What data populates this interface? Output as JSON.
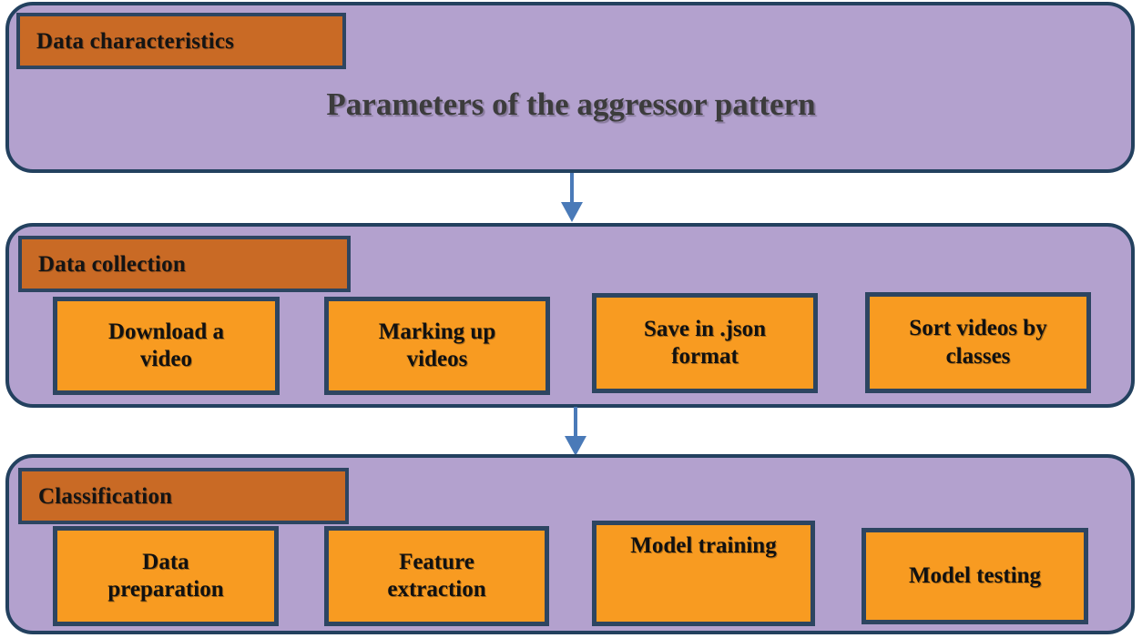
{
  "diagram": {
    "title": "Parameters of the aggressor pattern",
    "colors": {
      "band_fill": "#b3a1ce",
      "band_border": "#23415f",
      "section_header_fill": "#c96a25",
      "step_box_fill": "#f89b21",
      "step_box_border": "#2d4561",
      "arrow": "#4a7ab8"
    },
    "bands": [
      {
        "header": "Data characteristics",
        "title": "Parameters of the aggressor pattern",
        "steps": []
      },
      {
        "header": "Data collection",
        "steps": [
          "Download a\nvideo",
          "Marking up\nvideos",
          "Save in .json\nformat",
          "Sort videos by\nclasses"
        ]
      },
      {
        "header": "Classification",
        "steps": [
          "Data\npreparation",
          "Feature\nextraction",
          "Model training",
          "Model   testing"
        ]
      }
    ],
    "arrows": [
      {
        "from": "Data characteristics",
        "to": "Data collection",
        "direction": "down"
      },
      {
        "from": "Data collection",
        "to": "Classification",
        "direction": "down"
      }
    ]
  }
}
